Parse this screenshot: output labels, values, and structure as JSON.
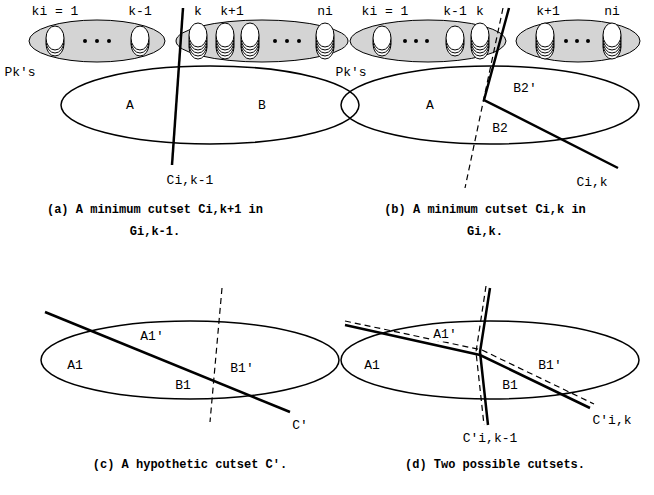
{
  "diagram": {
    "nodes": [
      {
        "text": [
          "A",
          "B"
        ]
      },
      {
        "text": [
          "A",
          "B2'",
          "B2"
        ]
      },
      {
        "text": [
          "A1",
          "A1'",
          "B1'",
          "B1"
        ]
      },
      {
        "text": [
          "A1",
          "A1'",
          "B1'",
          "B1"
        ]
      }
    ],
    "labels": [
      "ki = 1",
      "k-1",
      "k",
      "k+1",
      "ni",
      "Pk's",
      "Ci,k-1",
      "(a) A minimum cutset Ci,k+1 in Gi,k-1.",
      "ki = 1",
      "k-1",
      "k",
      "k+1",
      "ni",
      "Pk's",
      "Ci,k",
      "(b) A minimum cutset Ci,k in Gi,k.",
      "C'",
      "(c) A hypothetic cutset C'.",
      "C'i,k",
      "C'i,k-1",
      "(d) Two possible cutsets."
    ]
  }
}
